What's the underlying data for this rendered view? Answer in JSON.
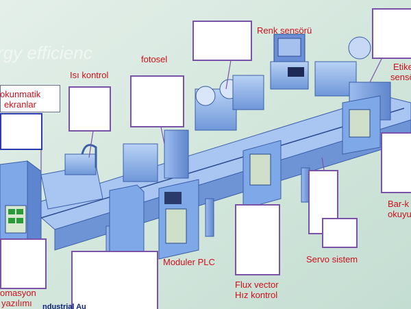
{
  "background_text": "rgy efficienc",
  "labels": {
    "renk_sensoru": "Renk sensörü",
    "fotosel": "fotosel",
    "isi_kontrol": "Isı kontrol",
    "dokunmatik_line1": "okunmatik",
    "dokunmatik_line2": "ekranlar",
    "etiket_line1": "Etike",
    "etiket_line2": "sensö",
    "bar_line1": "Bar-k",
    "bar_line2": "okuyu",
    "moduler_plc": "Moduler PLC",
    "flux_line1": "Flux vector",
    "flux_line2": "Hız kontrol",
    "servo": "Servo sistem",
    "otomasyon_line1": "omasyon",
    "otomasyon_line2": "yazılımı",
    "bottom_cut": "ndustrial Au"
  },
  "colors": {
    "label_red": "#d0101a",
    "box_border": "#7a52a8",
    "machine_blue": "#7fa8e8",
    "bg_green": "#cfe3d8"
  }
}
